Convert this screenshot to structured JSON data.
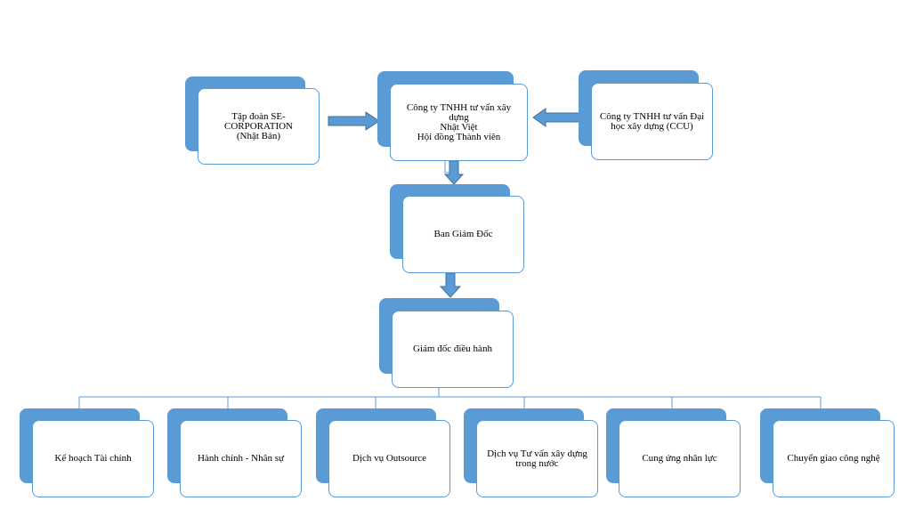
{
  "colors": {
    "accent": "#5b9bd5",
    "line": "#5b9bd5"
  },
  "nodes": {
    "se_corporation": "Tập đoàn SE-\nCORPORATION\n(Nhật Bản)",
    "nhat_viet": "Công ty TNHH tư vấn xây dựng\nNhật Việt\nHội đồng Thành viên",
    "ccu": "Công ty TNHH tư vấn Đại\nhọc xây dựng (CCU)",
    "ban_giam_doc": "Ban Giám Đốc",
    "giam_doc_dieu_hanh": "Giám đốc điều hành",
    "departments": [
      "Kế hoạch Tài chính",
      "Hành chính - Nhân sự",
      "Dịch vụ Outsource",
      "Dịch vụ Tư vấn xây dựng\ntrong nước",
      "Cung ứng nhân lực",
      "Chuyển giao công nghệ"
    ]
  }
}
